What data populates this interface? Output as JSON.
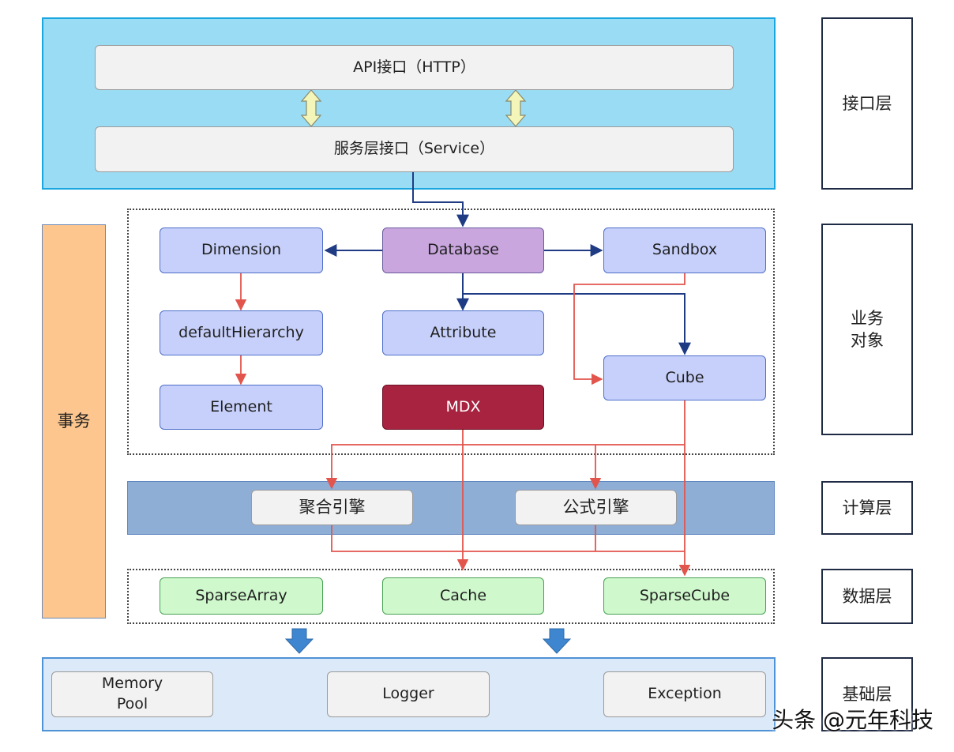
{
  "layers": {
    "interface": "接口层",
    "business": "业务\n对象",
    "compute": "计算层",
    "data": "数据层",
    "base": "基础层",
    "transaction": "事务"
  },
  "interface_layer": {
    "api": "API接口（HTTP）",
    "service": "服务层接口（Service）"
  },
  "business_objects": {
    "dimension": "Dimension",
    "database": "Database",
    "sandbox": "Sandbox",
    "default_hierarchy": "defaultHierarchy",
    "attribute": "Attribute",
    "element": "Element",
    "mdx": "MDX",
    "cube": "Cube"
  },
  "compute_layer": {
    "aggregation_engine": "聚合引擎",
    "formula_engine": "公式引擎"
  },
  "data_layer": {
    "sparse_array": "SparseArray",
    "cache": "Cache",
    "sparse_cube": "SparseCube"
  },
  "base_layer": {
    "memory_pool": "Memory\nPool",
    "logger": "Logger",
    "exception": "Exception"
  },
  "footer": {
    "credit": "头条 @元年科技"
  },
  "colors": {
    "top_band": "#9bdcf5",
    "calc_band": "#8faed6",
    "base_band": "#dbe9f8",
    "navy_arrow": "#1f3b84",
    "red_arrow": "#e2554d",
    "double_arrow": "#f4f5b8",
    "down_arrow": "#3f86d0"
  }
}
